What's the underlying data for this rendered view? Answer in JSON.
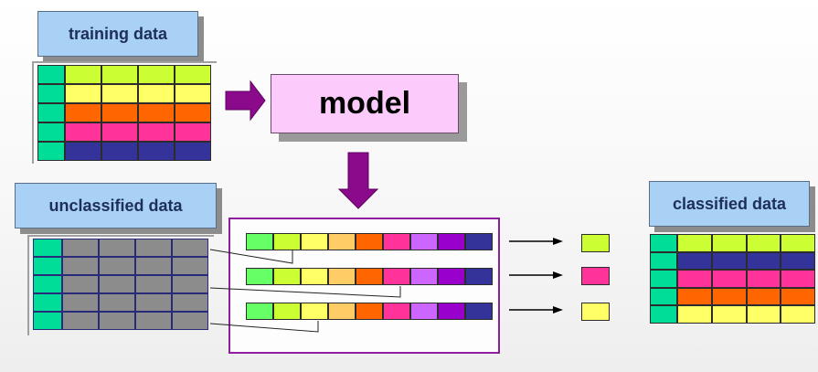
{
  "labels": {
    "training": "training data",
    "unclassified": "unclassified data",
    "classified": "classified data",
    "model": "model"
  },
  "colors": {
    "key_teal": "#00dd99",
    "lime": "#ccff33",
    "yellow": "#ffff66",
    "orange": "#ff6600",
    "pink": "#ff3399",
    "navy": "#333399",
    "gray": "#8c8c8c",
    "green": "#66ff66",
    "peach": "#ffcc66",
    "orchid": "#cc66ff",
    "purple": "#9900cc",
    "arrow_purple": "#8b0a8b",
    "frame_purple": "#8e1f9c",
    "label_blue": "#a9d0f5",
    "model_pink": "#fccbfb"
  },
  "training_rows": [
    "lime",
    "yellow",
    "orange",
    "pink",
    "navy"
  ],
  "unclassified_rows": 5,
  "vector_sequence": [
    "green",
    "lime",
    "yellow",
    "peach",
    "orange",
    "pink",
    "orchid",
    "purple",
    "navy"
  ],
  "predictions": [
    "lime",
    "pink",
    "yellow"
  ],
  "classified_rows": [
    "lime",
    "navy",
    "pink",
    "orange",
    "yellow"
  ]
}
